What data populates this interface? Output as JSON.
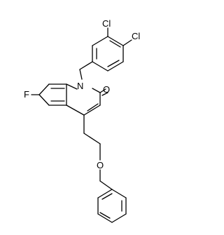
{
  "molecule": {
    "atoms": {
      "cl_upper": "Cl",
      "cl_lower": "Cl",
      "nitrogen": "N",
      "carbonyl_oxygen": "O",
      "fluorine": "F",
      "ether_oxygen": "O"
    },
    "colors": {
      "bond": "#000000",
      "label": "#000000",
      "background": "#ffffff"
    }
  }
}
